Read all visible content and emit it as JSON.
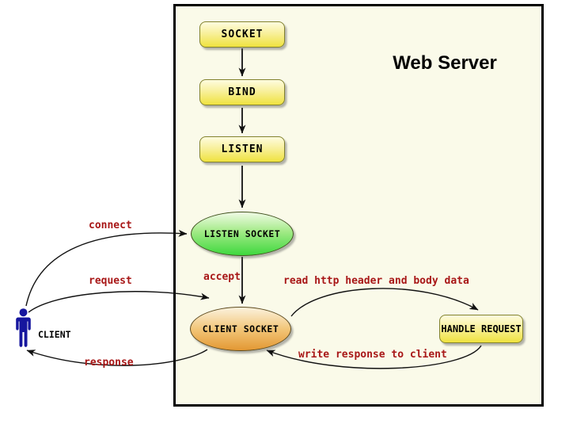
{
  "diagram": {
    "title": "Web Server",
    "nodes": {
      "socket": {
        "label": "SOCKET"
      },
      "bind": {
        "label": "BIND"
      },
      "listen": {
        "label": "LISTEN"
      },
      "listen_socket": {
        "label": "LISTEN SOCKET"
      },
      "client_socket": {
        "label": "CLIENT SOCKET"
      },
      "handle_request": {
        "label": "HANDLE REQUEST"
      },
      "client": {
        "label": "CLIENT"
      }
    },
    "edge_labels": {
      "connect": "connect",
      "request": "request",
      "response": "response",
      "accept": "accept",
      "read_http": "read http header and body data",
      "write_response": "write response to client"
    },
    "colors": {
      "server_panel_bg": "#fafae9",
      "panel_border": "#000000",
      "step_box_top": "#fefcdf",
      "step_box_bottom": "#efe23f",
      "listen_socket_top": "#f0fbe6",
      "listen_socket_bottom": "#3ed83e",
      "client_socket_top": "#fbf2dd",
      "client_socket_bottom": "#e39833",
      "edge_label_red": "#a81717",
      "client_figure_blue": "#16169e",
      "arrow_black": "#111111"
    }
  }
}
